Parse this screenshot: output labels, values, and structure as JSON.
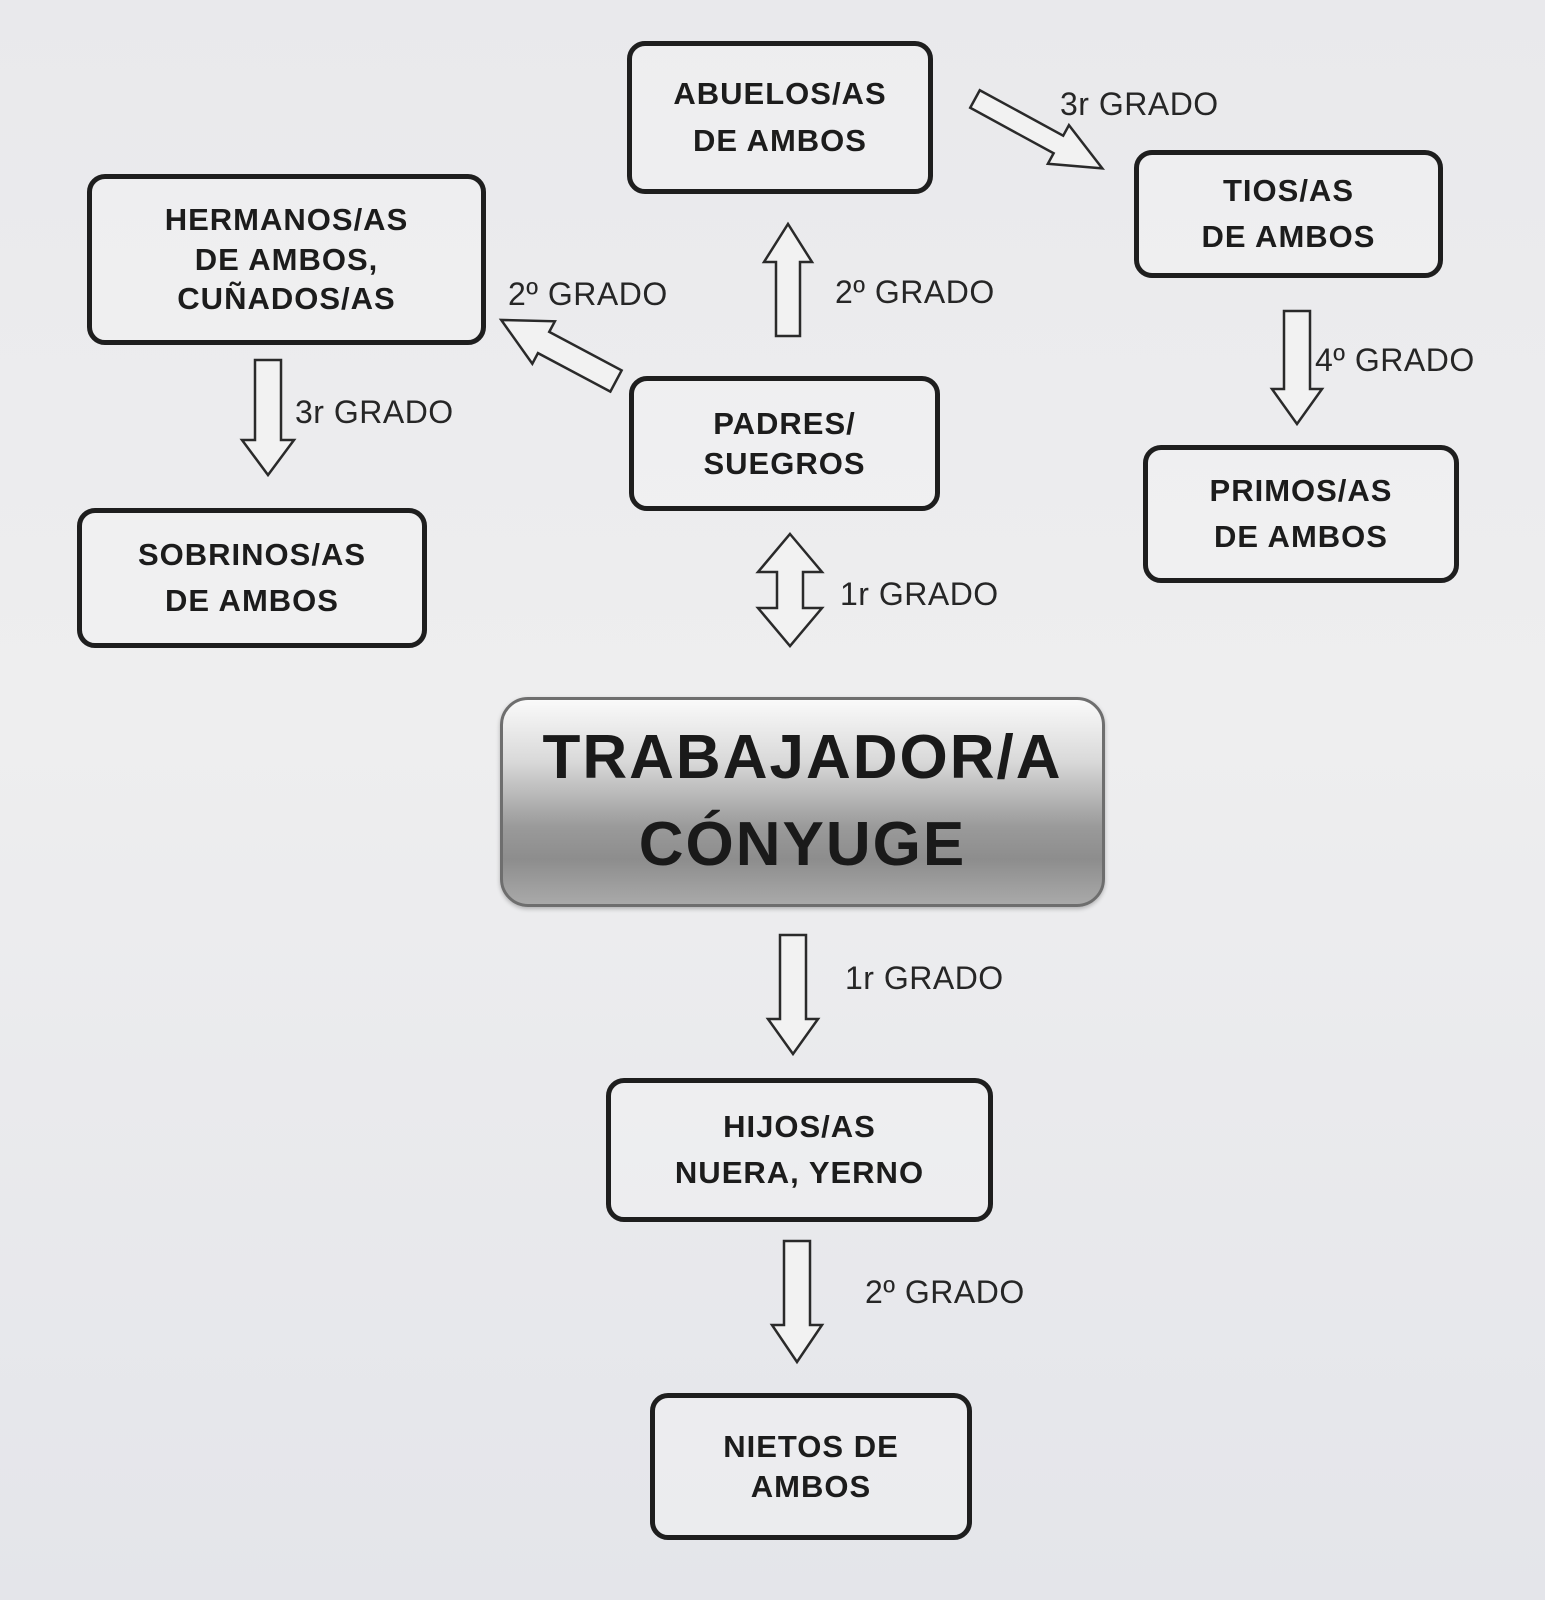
{
  "diagram": {
    "center": {
      "line1": "TRABAJADOR/A",
      "line2": "CÓNYUGE"
    },
    "nodes": {
      "abuelos": {
        "line1": "ABUELOS/AS",
        "line2": "DE AMBOS"
      },
      "tios": {
        "line1": "TIOS/AS",
        "line2": "DE AMBOS"
      },
      "hermanos": {
        "line1": "HERMANOS/AS",
        "line2": "DE AMBOS,",
        "line3": "CUÑADOS/AS"
      },
      "padres": {
        "line1": "PADRES/",
        "line2": "SUEGROS"
      },
      "primos": {
        "line1": "PRIMOS/AS",
        "line2": "DE AMBOS"
      },
      "sobrinos": {
        "line1": "SOBRINOS/AS",
        "line2": "DE AMBOS"
      },
      "hijos": {
        "line1": "HIJOS/AS",
        "line2": "NUERA, YERNO"
      },
      "nietos": {
        "line1": "NIETOS DE",
        "line2": "AMBOS"
      }
    },
    "grades": {
      "abuelos_tios": "3r GRADO",
      "padres_hermanos": "2º GRADO",
      "padres_abuelos": "2º GRADO",
      "tios_primos": "4º GRADO",
      "hermanos_sobrinos": "3r GRADO",
      "center_padres": "1r GRADO",
      "center_hijos": "1r GRADO",
      "hijos_nietos": "2º GRADO"
    }
  }
}
